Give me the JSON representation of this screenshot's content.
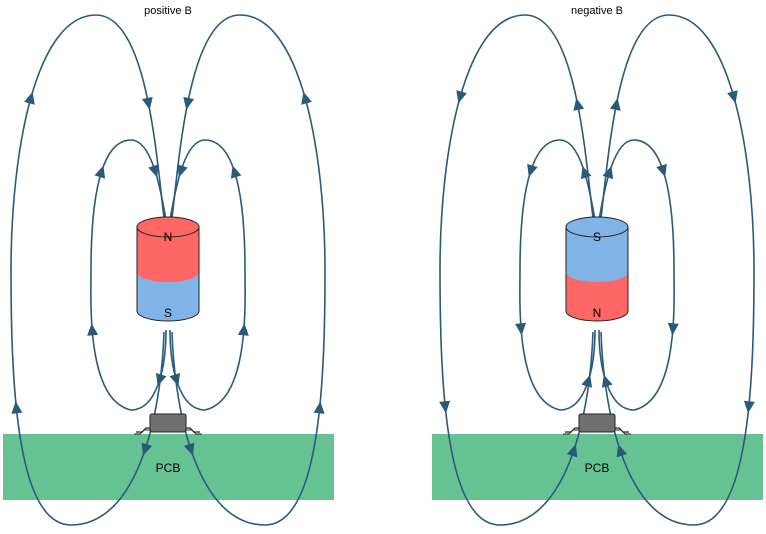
{
  "panels": [
    {
      "title": "positive B",
      "pole_top": "N",
      "pole_bottom": "S",
      "top_color": "#ff6666",
      "bottom_color": "#80b3e6",
      "pcb_label": "PCB",
      "field": "positive"
    },
    {
      "title": "negative B",
      "pole_top": "S",
      "pole_bottom": "N",
      "top_color": "#80b3e6",
      "bottom_color": "#ff6666",
      "pcb_label": "PCB",
      "field": "negative"
    }
  ],
  "colors": {
    "field_line": "#2a5a78",
    "pcb": "#66c293",
    "chip": "#707070",
    "outline": "#222222"
  }
}
